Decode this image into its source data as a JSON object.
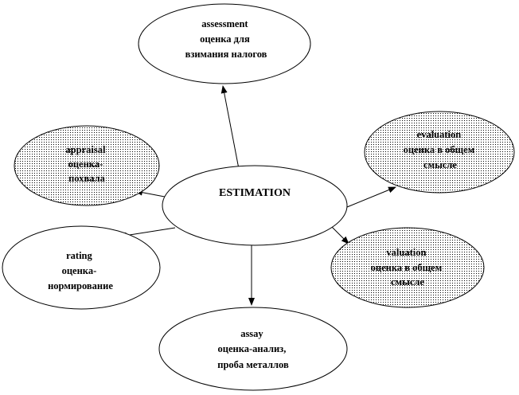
{
  "center": {
    "label": "ESTIMATION"
  },
  "nodes": [
    {
      "id": "assessment",
      "lines": [
        "assessment",
        "оценка для",
        "взимания налогов"
      ],
      "fill": "plain"
    },
    {
      "id": "appraisal",
      "lines": [
        "appraisal",
        "оценка-",
        "похвала"
      ],
      "fill": "dotted"
    },
    {
      "id": "evaluation",
      "lines": [
        "evaluation",
        "оценка в общем",
        "смысле"
      ],
      "fill": "dotted"
    },
    {
      "id": "rating",
      "lines": [
        "rating",
        "оценка-",
        "нормирование"
      ],
      "fill": "plain"
    },
    {
      "id": "valuation",
      "lines": [
        "valuation",
        "оценка в общем",
        "смысле"
      ],
      "fill": "dotted"
    },
    {
      "id": "assay",
      "lines": [
        "assay",
        "оценка-анализ,",
        "проба металлов"
      ],
      "fill": "plain"
    }
  ],
  "colors": {
    "stroke": "#000000",
    "background": "#ffffff",
    "dots": "#000000"
  }
}
